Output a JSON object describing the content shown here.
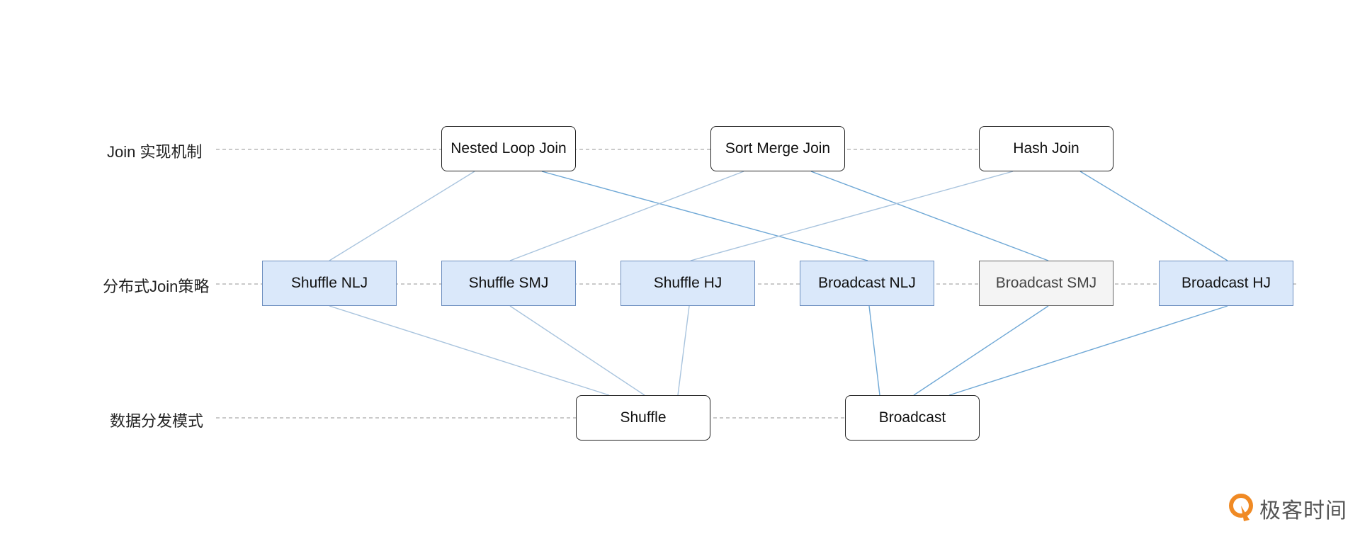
{
  "rows": {
    "mechanism": "Join 实现机制",
    "strategy": "分布式Join策略",
    "mode": "数据分发模式"
  },
  "nodes": {
    "nlj": "Nested Loop Join",
    "smj": "Sort Merge Join",
    "hj": "Hash Join",
    "shuffle_nlj": "Shuffle NLJ",
    "shuffle_smj": "Shuffle SMJ",
    "shuffle_hj": "Shuffle HJ",
    "broadcast_nlj": "Broadcast NLJ",
    "broadcast_smj": "Broadcast SMJ",
    "broadcast_hj": "Broadcast HJ",
    "shuffle": "Shuffle",
    "broadcast": "Broadcast"
  },
  "logo": {
    "text": "极客时间"
  },
  "colors": {
    "strategy_fill": "#dae8fa",
    "strategy_border": "#6c8ebf",
    "disabled_fill": "#f4f4f4",
    "edge": "#6fa8d6",
    "edge_light": "#a9c4de",
    "dash": "#aaaaaa",
    "logo": "#f08a24"
  }
}
